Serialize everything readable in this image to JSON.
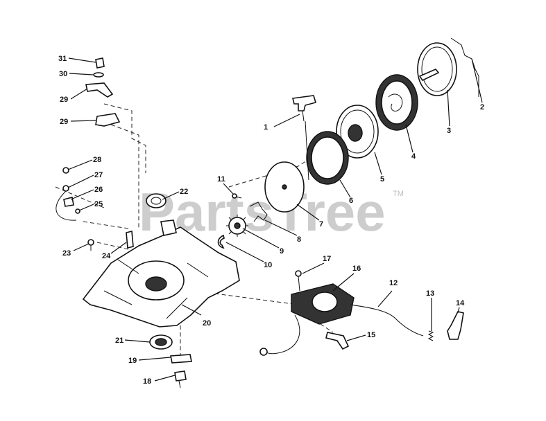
{
  "watermark": {
    "text": "PartsTree",
    "trademark": "TM"
  },
  "callouts": [
    {
      "id": "1",
      "label": "1"
    },
    {
      "id": "2",
      "label": "2"
    },
    {
      "id": "3",
      "label": "3"
    },
    {
      "id": "4",
      "label": "4"
    },
    {
      "id": "5",
      "label": "5"
    },
    {
      "id": "6",
      "label": "6"
    },
    {
      "id": "7",
      "label": "7"
    },
    {
      "id": "8",
      "label": "8"
    },
    {
      "id": "9",
      "label": "9"
    },
    {
      "id": "10",
      "label": "10"
    },
    {
      "id": "11",
      "label": "11"
    },
    {
      "id": "12",
      "label": "12"
    },
    {
      "id": "13",
      "label": "13"
    },
    {
      "id": "14",
      "label": "14"
    },
    {
      "id": "15",
      "label": "15"
    },
    {
      "id": "16",
      "label": "16"
    },
    {
      "id": "17",
      "label": "17"
    },
    {
      "id": "18",
      "label": "18"
    },
    {
      "id": "19",
      "label": "19"
    },
    {
      "id": "20",
      "label": "20"
    },
    {
      "id": "21",
      "label": "21"
    },
    {
      "id": "22",
      "label": "22"
    },
    {
      "id": "23",
      "label": "23"
    },
    {
      "id": "24",
      "label": "24"
    },
    {
      "id": "25",
      "label": "25"
    },
    {
      "id": "26",
      "label": "26"
    },
    {
      "id": "27",
      "label": "27"
    },
    {
      "id": "28",
      "label": "28"
    },
    {
      "id": "29a",
      "label": "29"
    },
    {
      "id": "29b",
      "label": "29"
    },
    {
      "id": "30",
      "label": "30"
    },
    {
      "id": "31",
      "label": "31"
    }
  ]
}
